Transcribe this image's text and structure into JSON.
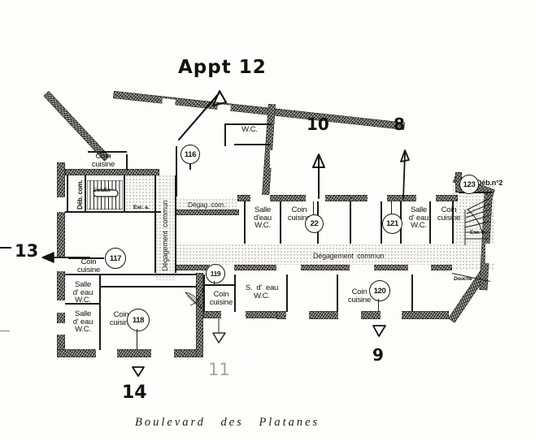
{
  "document": {
    "type": "architectural-floor-plan",
    "caption": "Boulevard  des  Platanes"
  },
  "hand_annotations": [
    {
      "id": "appt12",
      "text": "Appt 12",
      "arrow": "up"
    },
    {
      "id": "ten",
      "text": "10",
      "arrow": "up"
    },
    {
      "id": "eight",
      "text": "8",
      "arrow": "up"
    },
    {
      "id": "thirteen",
      "text": "13",
      "arrow": "left"
    },
    {
      "id": "fourteen",
      "text": "14",
      "arrow": "down"
    },
    {
      "id": "eleven",
      "text": "11",
      "arrow": "down"
    },
    {
      "id": "nine",
      "text": "9",
      "arrow": "down"
    }
  ],
  "room_numbers": [
    {
      "id": "r116",
      "label": "116"
    },
    {
      "id": "r117",
      "label": "117"
    },
    {
      "id": "r118",
      "label": "118"
    },
    {
      "id": "r119",
      "label": "119"
    },
    {
      "id": "r120",
      "label": "120"
    },
    {
      "id": "r122",
      "label": "22"
    },
    {
      "id": "r121",
      "label": "121"
    },
    {
      "id": "r123",
      "label": "123"
    }
  ],
  "room_labels": {
    "coin_cuisine": "Coin\ncuisine",
    "salle_eau_wc": "Salle\nd' eau\nW.C.",
    "s_eau_wc": "S.  d'  eau\nW.C.",
    "salle_eau_wc_wide": "Salle\nd' eau\nW.C.",
    "wc": "W.C.",
    "douche": "Douche",
    "deb_com": "Déb. com.",
    "deb_n2": "Déb.n°2",
    "esc_a": "Esc. a.",
    "esc_b": "Esc. b.",
    "escalier": "Escalier",
    "degag_com": "Dégag. com.",
    "degagement_commun": "Dégagement  commun",
    "degagement_commun_vert": "Dégagement  commun"
  },
  "label_instances": [
    {
      "id": "cc-top-left",
      "text": "Coin\ncuisine"
    },
    {
      "id": "cc-117",
      "text": "Coin\ncuisine"
    },
    {
      "id": "cc-118",
      "text": "Coin\ncuisine"
    },
    {
      "id": "cc-119",
      "text": "Coin\ncuisine"
    },
    {
      "id": "cc-122",
      "text": "Coin\ncuisine"
    },
    {
      "id": "cc-121",
      "text": "Coin\ncuisine"
    },
    {
      "id": "cc-120",
      "text": "Coin\ncuisine"
    },
    {
      "id": "se-117a",
      "text": "Salle\nd' eau\nW.C."
    },
    {
      "id": "se-117b",
      "text": "Salle\nd' eau\nW.C."
    },
    {
      "id": "se-122",
      "text": "Salle\nd'eau\nW.C."
    },
    {
      "id": "se-121",
      "text": "Salle\nd' eau\nW.C."
    },
    {
      "id": "se-119",
      "text": "Salle\nd' eau\nW.C."
    },
    {
      "id": "se-116",
      "text": "S.  d'  eau\nW.C."
    },
    {
      "id": "wc-120",
      "text": "W.C."
    }
  ],
  "colors": {
    "paper": "#fdfdfb",
    "ink": "#17150f",
    "wall": "#2b2822",
    "pencil": "#a9a295"
  }
}
